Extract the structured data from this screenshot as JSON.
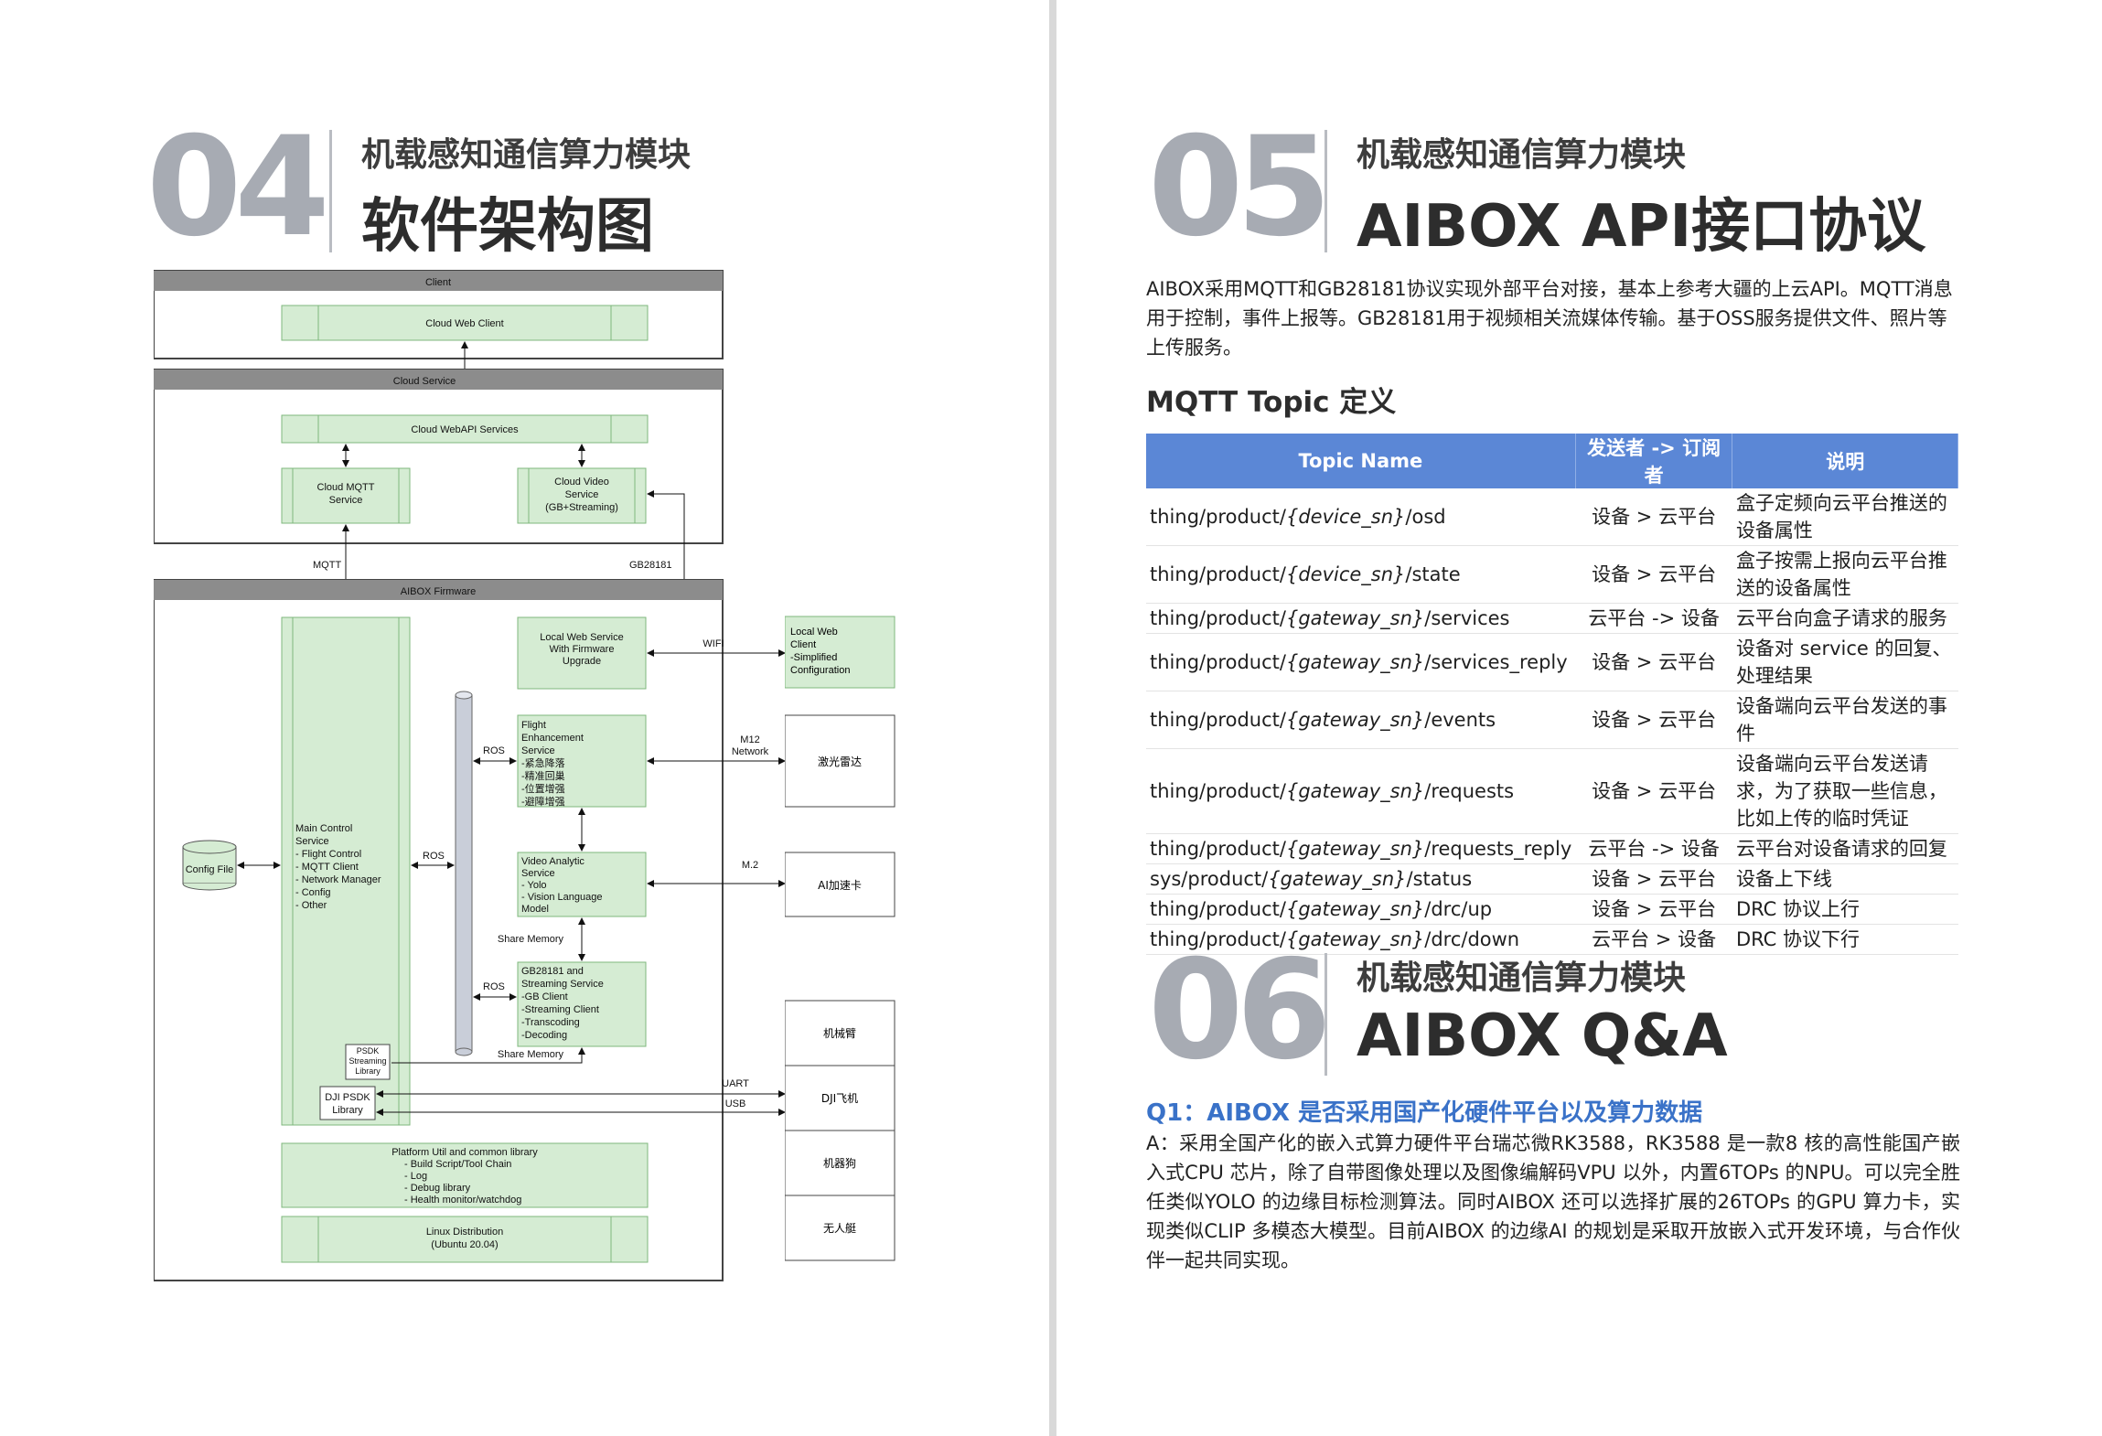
{
  "left": {
    "number": "04",
    "subtitle": "机载感知通信算力模块",
    "title": "软件架构图"
  },
  "diagram": {
    "client_band": "Client",
    "cloud_web_client": "Cloud Web Client",
    "cloud_service_band": "Cloud Service",
    "cloud_webapi": "Cloud WebAPI Services",
    "cloud_mqtt": [
      "Cloud MQTT",
      "Service"
    ],
    "cloud_video": [
      "Cloud Video",
      "Service",
      "(GB+Streaming)"
    ],
    "mqtt_label": "MQTT",
    "gb_label": "GB28181",
    "firmware_band": "AIBOX Firmware",
    "local_web": [
      "Local Web Service",
      "With Firmware",
      "Upgrade"
    ],
    "wifi": "WIFI",
    "local_client": [
      "Local Web",
      "Client",
      "-Simplified",
      "Configuration"
    ],
    "flight": [
      "Flight",
      "Enhancement",
      "Service",
      "-紧急降落",
      "-精准回巢",
      "-位置增强",
      "-避障增强"
    ],
    "ros1": "ROS",
    "m12": [
      "M12",
      "Network"
    ],
    "lidar": "激光雷达",
    "main_control": [
      "Main Control",
      "Service",
      "- Flight Control",
      "- MQTT Client",
      "- Network Manager",
      "- Config",
      "- Other"
    ],
    "config_file": "Config File",
    "ros2": "ROS",
    "video_analytic": [
      "Video Analytic",
      "Service",
      "- Yolo",
      "- Vision Language",
      "Model"
    ],
    "m2": "M.2",
    "ai_card": "AI加速卡",
    "share_memory_1": "Share Memory",
    "gb_service": [
      "GB28181 and",
      "Streaming Service",
      "-GB Client",
      "-Streaming Client",
      "-Transcoding",
      "-Decoding"
    ],
    "ros3": "ROS",
    "psdk_stream": [
      "PSDK",
      "Streaming",
      "Library"
    ],
    "share_memory_2": "Share Memory",
    "dji_psdk": [
      "DJI PSDK",
      "Library"
    ],
    "uart": "UART",
    "usb": "USB",
    "devices": [
      "机械臂",
      "DJI飞机",
      "机器狗",
      "无人艇"
    ],
    "platform": [
      "Platform Util and common library",
      "- Build Script/Tool Chain",
      "- Log",
      "- Debug library",
      "- Health monitor/watchdog"
    ],
    "linux": [
      "Linux Distribution",
      "(Ubuntu 20.04)"
    ]
  },
  "right": {
    "s05": {
      "number": "05",
      "subtitle": "机载感知通信算力模块",
      "title": "AIBOX API接口协议"
    },
    "intro": "AIBOX采用MQTT和GB28181协议实现外部平台对接，基本上参考大疆的上云API。MQTT消息用于控制，事件上报等。GB28181用于视频相关流媒体传输。基于OSS服务提供文件、照片等上传服务。",
    "mqtt_heading": "MQTT Topic 定义",
    "table": {
      "headers": [
        "Topic Name",
        "发送者 -> 订阅者",
        "说明"
      ],
      "rows": [
        {
          "topic_pre": "thing/product/",
          "topic_var": "{device_sn}",
          "topic_post": "/osd",
          "dir": "设备 > 云平台",
          "desc": "盒子定频向云平台推送的设备属性"
        },
        {
          "topic_pre": "thing/product/",
          "topic_var": "{device_sn}",
          "topic_post": "/state",
          "dir": "设备 > 云平台",
          "desc": "盒子按需上报向云平台推送的设备属性"
        },
        {
          "topic_pre": "thing/product/",
          "topic_var": "{gateway_sn}",
          "topic_post": "/services",
          "dir": "云平台 -> 设备",
          "desc": "云平台向盒子请求的服务"
        },
        {
          "topic_pre": "thing/product/",
          "topic_var": "{gateway_sn}",
          "topic_post": "/services_reply",
          "dir": "设备 > 云平台",
          "desc": "设备对 service 的回复、处理结果"
        },
        {
          "topic_pre": "thing/product/",
          "topic_var": "{gateway_sn}",
          "topic_post": "/events",
          "dir": "设备 > 云平台",
          "desc": "设备端向云平台发送的事件"
        },
        {
          "topic_pre": "thing/product/",
          "topic_var": "{gateway_sn}",
          "topic_post": "/requests",
          "dir": "设备 > 云平台",
          "desc": "设备端向云平台发送请求，为了获取一些信息，比如上传的临时凭证"
        },
        {
          "topic_pre": "thing/product/",
          "topic_var": "{gateway_sn}",
          "topic_post": "/requests_reply",
          "dir": "云平台 -> 设备",
          "desc": "云平台对设备请求的回复"
        },
        {
          "topic_pre": "sys/product/",
          "topic_var": "{gateway_sn}",
          "topic_post": "/status",
          "dir": "设备 > 云平台",
          "desc": "设备上下线"
        },
        {
          "topic_pre": "thing/product/",
          "topic_var": "{gateway_sn}",
          "topic_post": "/drc/up",
          "dir": "设备 > 云平台",
          "desc": "DRC 协议上行"
        },
        {
          "topic_pre": "thing/product/",
          "topic_var": "{gateway_sn}",
          "topic_post": "/drc/down",
          "dir": "云平台 > 设备",
          "desc": "DRC 协议下行"
        }
      ]
    },
    "s06": {
      "number": "06",
      "subtitle": "机载感知通信算力模块",
      "title": "AIBOX Q&A"
    },
    "q1": "Q1：AIBOX 是否采用国产化硬件平台以及算力数据",
    "a1": "A：采用全国产化的嵌入式算力硬件平台瑞芯微RK3588，RK3588 是一款8 核的高性能国产嵌入式CPU 芯片，除了自带图像处理以及图像编解码VPU 以外，内置6TOPs 的NPU。可以完全胜任类似YOLO 的边缘目标检测算法。同时AIBOX 还可以选择扩展的26TOPs 的GPU 算力卡，实现类似CLIP 多模态大模型。目前AIBOX 的边缘AI 的规划是采取开放嵌入式开发环境，与合作伙伴一起共同实现。"
  }
}
